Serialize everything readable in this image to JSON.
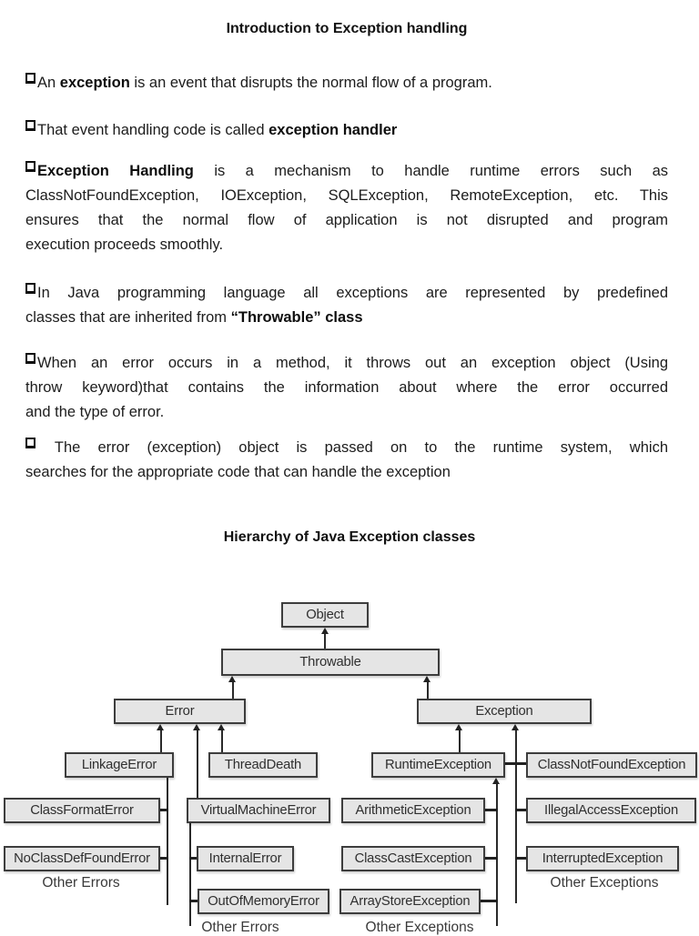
{
  "page_title": "Introduction to Exception handling",
  "section2_title": "Hierarchy of Java Exception classes",
  "bullet_icon": "hollow-square-checkbox",
  "paragraphs": [
    {
      "lines": [
        {
          "pre": "An ",
          "bold": "exception",
          "post": " is an event that disrupts the normal flow of a program."
        }
      ]
    },
    {
      "lines": [
        {
          "pre": "That event handling code is called ",
          "bold": "exception handler",
          "post": ""
        }
      ]
    },
    {
      "lines": [
        {
          "pre": "",
          "bold": "Exception Handling",
          "post": " is a mechanism to handle runtime errors such as"
        },
        {
          "pre": "ClassNotFoundException, IOException, SQLException, RemoteException, etc. This",
          "bold": "",
          "post": ""
        },
        {
          "pre": "ensures that the normal flow of application is not disrupted and program",
          "bold": "",
          "post": ""
        },
        {
          "pre": "execution proceeds smoothly.",
          "bold": "",
          "post": ""
        }
      ]
    },
    {
      "lines": [
        {
          "pre": "In Java programming language all exceptions are represented by predefined",
          "bold": "",
          "post": ""
        },
        {
          "pre": "classes that are inherited from ",
          "bold": "“Throwable” class",
          "post": ""
        }
      ]
    },
    {
      "lines": [
        {
          "pre": "When an error occurs in a method, it throws out an exception object (Using",
          "bold": "",
          "post": ""
        },
        {
          "pre": "throw keyword)that contains the information about where the error occurred",
          "bold": "",
          "post": ""
        },
        {
          "pre": "and the type of error.",
          "bold": "",
          "post": ""
        }
      ]
    },
    {
      "lines": [
        {
          "pre": " The error (exception) object is passed on to the runtime system, which",
          "bold": "",
          "post": ""
        },
        {
          "pre": "searches for the appropriate code that can handle the exception",
          "bold": "",
          "post": ""
        }
      ]
    }
  ],
  "diagram": {
    "object": "Object",
    "throwable": "Throwable",
    "error": "Error",
    "exception": "Exception",
    "linkage_error": "LinkageError",
    "thread_death": "ThreadDeath",
    "runtime_exception": "RuntimeException",
    "class_not_found_exception": "ClassNotFoundException",
    "class_format_error": "ClassFormatError",
    "virtual_machine_error": "VirtualMachineError",
    "arithmetic_exception": "ArithmeticException",
    "illegal_access_exception": "IllegalAccessException",
    "no_class_def_found_error": "NoClassDefFoundError",
    "internal_error": "InternalError",
    "class_cast_exception": "ClassCastException",
    "interrupted_exception": "InterruptedException",
    "out_of_memory_error": "OutOfMemoryError",
    "array_store_exception": "ArrayStoreException",
    "other_errors": "Other Errors",
    "other_exceptions": "Other Exceptions"
  },
  "colors": {
    "box_fill": "#e5e5e5",
    "box_border": "#3d3d3d",
    "connector": "#2a2a2a",
    "text": "#1c1c1c"
  }
}
